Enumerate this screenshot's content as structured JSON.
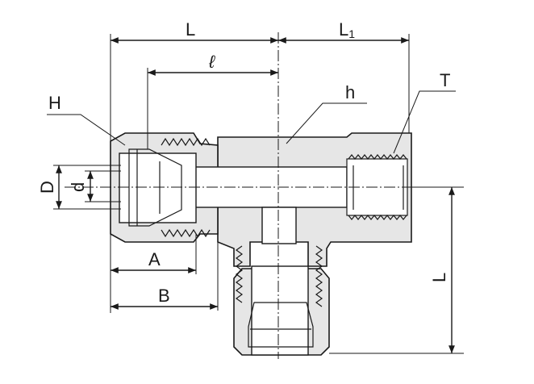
{
  "labels": {
    "L_top": "L",
    "L1": "L",
    "L1_sub": "1",
    "ell": "ℓ",
    "H": "H",
    "h": "h",
    "T": "T",
    "D": "D",
    "d": "d",
    "A": "A",
    "B": "B",
    "L_side": "L"
  }
}
